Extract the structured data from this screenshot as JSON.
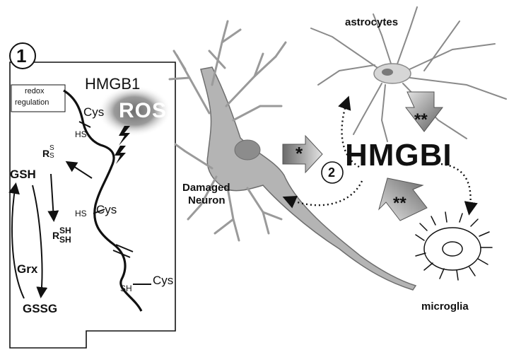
{
  "panel1": {
    "number": "1",
    "box_label_line1": "redox",
    "box_label_line2": "regulation",
    "protein": "HMGB1",
    "ros": "ROS",
    "cys1": "Cys",
    "cys2": "Cys",
    "cys3": "Cys",
    "hs1": "HS",
    "hs2": "HS",
    "sh": "SH",
    "gsh": "GSH",
    "gssg": "GSSG",
    "grx": "Grx",
    "rs_r": "R",
    "rs_s_top": "S",
    "rs_s_bot": "S",
    "rsh_r": "R",
    "rsh_sh_top": "SH",
    "rsh_sh_bot": "SH"
  },
  "panel2": {
    "number": "2",
    "hmgb": "HMGBI",
    "astrocytes": "astrocytes",
    "damaged_line1": "Damaged",
    "damaged_line2": "Neuron",
    "microglia": "microglia",
    "star_single": "*",
    "star_double_1": "**",
    "star_double_2": "**"
  },
  "colors": {
    "cell_fill": "#b4b4b4",
    "cell_outline": "#6e6e6e",
    "arrow_dark": "#6a6a6a",
    "arrow_light": "#e2e2e2",
    "ros_glow": "#8c8c8c"
  }
}
